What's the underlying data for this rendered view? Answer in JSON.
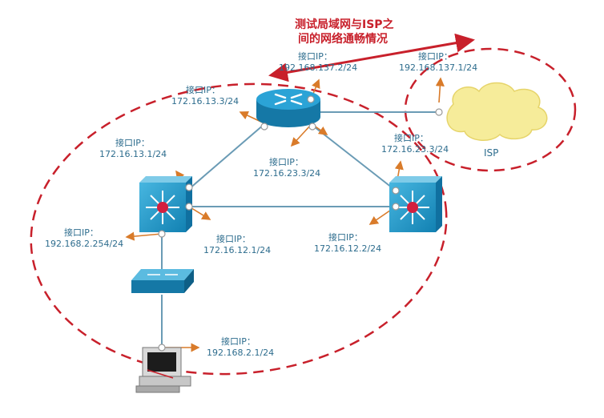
{
  "title": {
    "line1": "测试局域网与ISP之",
    "line2": "间的网络通畅情况"
  },
  "isp": {
    "name": "ISP"
  },
  "labels": [
    {
      "id": "r-isp",
      "caption": "接口IP：",
      "ip": "192.168.137.2/24"
    },
    {
      "id": "isp",
      "caption": "接口IP：",
      "ip": "192.168.137.1/24"
    },
    {
      "id": "r-left",
      "caption": "接口IP：",
      "ip": "172.16.13.3/24"
    },
    {
      "id": "r-right",
      "caption": "接口IP：",
      "ip": "172.16.23.3/24"
    },
    {
      "id": "r-bottom",
      "caption": "接口IP：",
      "ip": "172.16.23.3/24"
    },
    {
      "id": "sw1-up",
      "caption": "接口IP：",
      "ip": "172.16.13.1/24"
    },
    {
      "id": "sw1-left",
      "caption": "接口IP：",
      "ip": "192.168.2.254/24"
    },
    {
      "id": "sw1-right",
      "caption": "接口IP：",
      "ip": "172.16.12.1/24"
    },
    {
      "id": "sw2-left",
      "caption": "接口IP：",
      "ip": "172.16.12.2/24"
    },
    {
      "id": "pc",
      "caption": "接口IP：",
      "ip": "192.168.2.1/24"
    }
  ],
  "colors": {
    "link": "#6a9bb5",
    "dashed": "#c8202b",
    "arrow": "#d97b2a",
    "device": "#1e94c4",
    "cloud": "#f6ec9a"
  }
}
